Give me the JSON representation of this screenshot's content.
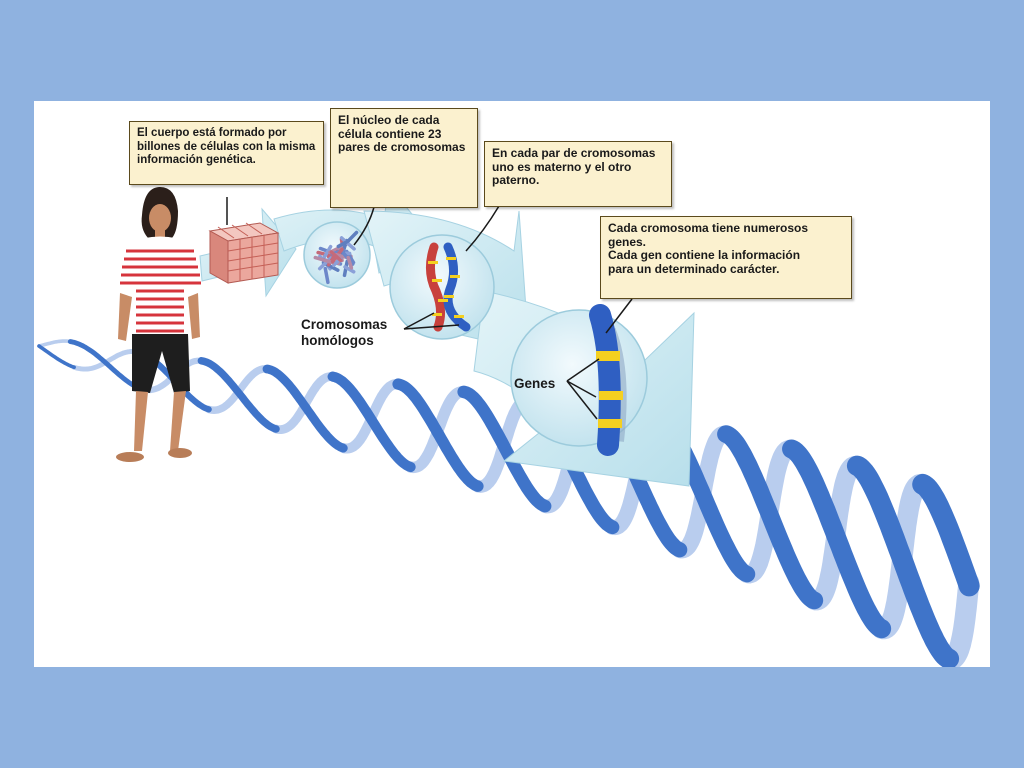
{
  "callouts": {
    "body_cells": "El cuerpo está formado por\nbillones de células con la misma\ninformación genética.",
    "nucleus": "El núcleo de cada\ncélula contiene 23\npares de cromosomas",
    "pairs": "En cada par de cromosomas\nuno es materno y el otro\npaterno.",
    "genes": "Cada cromosoma tiene numerosos\ngenes.\nCada gen contiene la información\npara un determinado carácter."
  },
  "labels": {
    "homologous": "Cromosomas\nhomólogos",
    "genes": "Genes"
  },
  "colors": {
    "slide_background": "#8fb2e0",
    "callout_fill": "#fbf1cf",
    "dna_strand": "#3f74c9",
    "arrow_fill": "#cde9f2",
    "chromosome_blue": "#2f5fc2",
    "chromosome_red": "#c8413c",
    "gene_band": "#f4d020"
  }
}
